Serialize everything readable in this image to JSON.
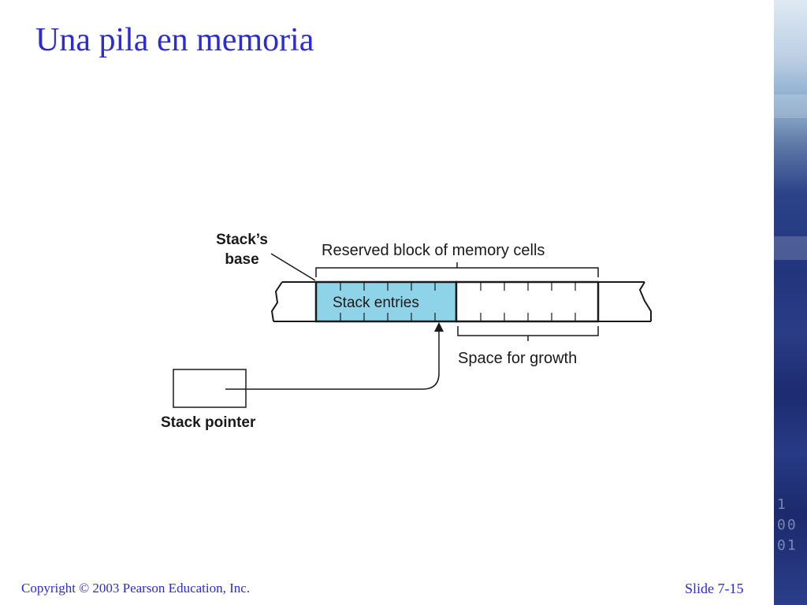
{
  "slide": {
    "title": "Una pila en memoria",
    "copyright": "Copyright © 2003 Pearson Education, Inc.",
    "slide_number": "Slide 7-15"
  },
  "diagram": {
    "base_label_line1": "Stack’s",
    "base_label_line2": "base",
    "reserved_label": "Reserved block of memory cells",
    "entries_label": "Stack entries",
    "growth_label": "Space for growth",
    "pointer_label": "Stack pointer",
    "colors": {
      "entries_fill": "#8fd3e8",
      "title_color": "#2b2bd8"
    }
  }
}
